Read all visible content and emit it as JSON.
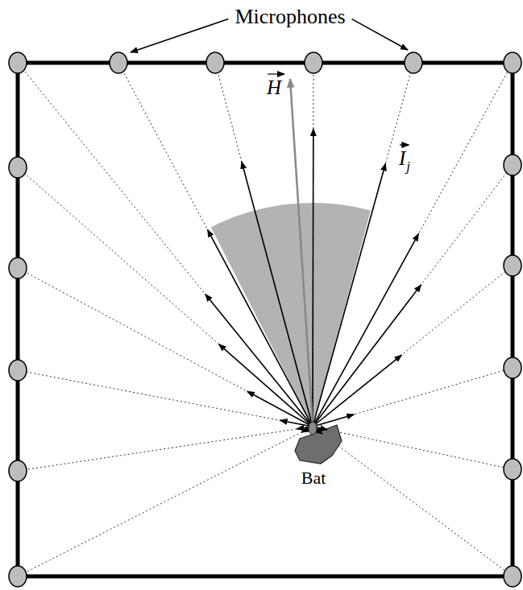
{
  "diagram": {
    "labels": [
      "Microphones",
      "H",
      "I",
      "j",
      "Bat"
    ]
  }
}
